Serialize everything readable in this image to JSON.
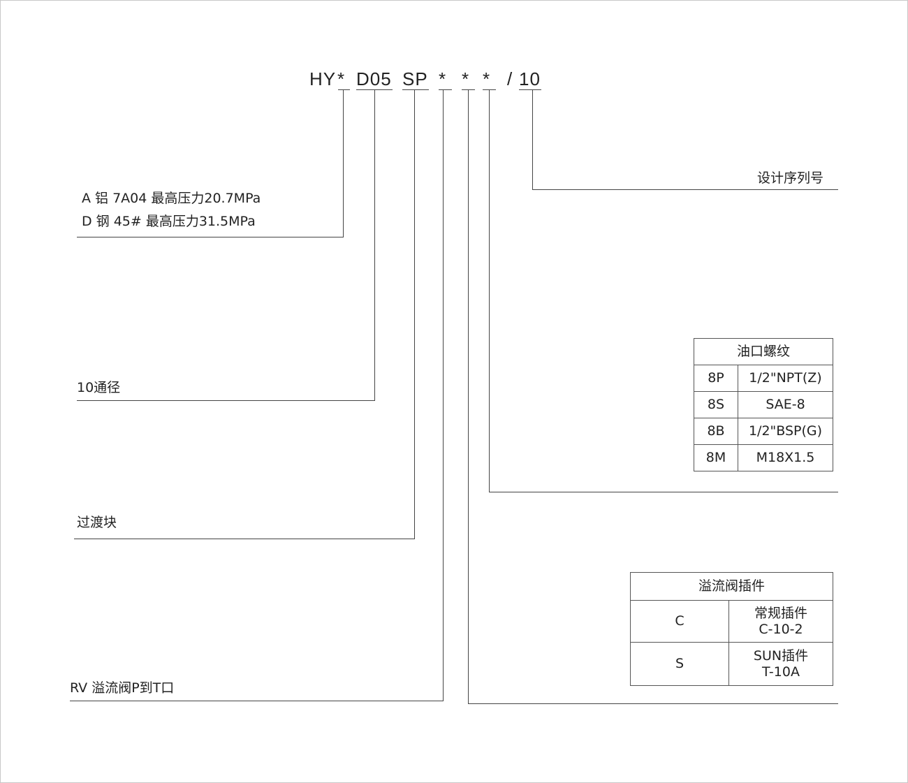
{
  "model_code": {
    "hy": "HY",
    "star1": "*",
    "d05": "D05",
    "sp": "SP",
    "star2": "*",
    "star3": "*",
    "star4": "*",
    "slash10": "/10",
    "slash": "/",
    "ten": "10"
  },
  "material": {
    "row_a": "A  铝 7A04 最高压力20.7MPa",
    "row_d": "D  钢 45# 最高压力31.5MPa"
  },
  "bore_label": "10通径",
  "adapter_label": "过渡块",
  "function_label": "RV  溢流阀P到T口",
  "design_serial_label": "设计序列号",
  "port_thread_table": {
    "title": "油口螺纹",
    "rows": [
      {
        "code": "8P",
        "spec": "1/2\"NPT(Z)"
      },
      {
        "code": "8S",
        "spec": "SAE-8"
      },
      {
        "code": "8B",
        "spec": "1/2\"BSP(G)"
      },
      {
        "code": "8M",
        "spec": "M18X1.5"
      }
    ]
  },
  "cartridge_table": {
    "title": "溢流阀插件",
    "rows": [
      {
        "code": "C",
        "line1": "常规插件",
        "line2": "C-10-2"
      },
      {
        "code": "S",
        "line1": "SUN插件",
        "line2": "T-10A"
      }
    ]
  }
}
